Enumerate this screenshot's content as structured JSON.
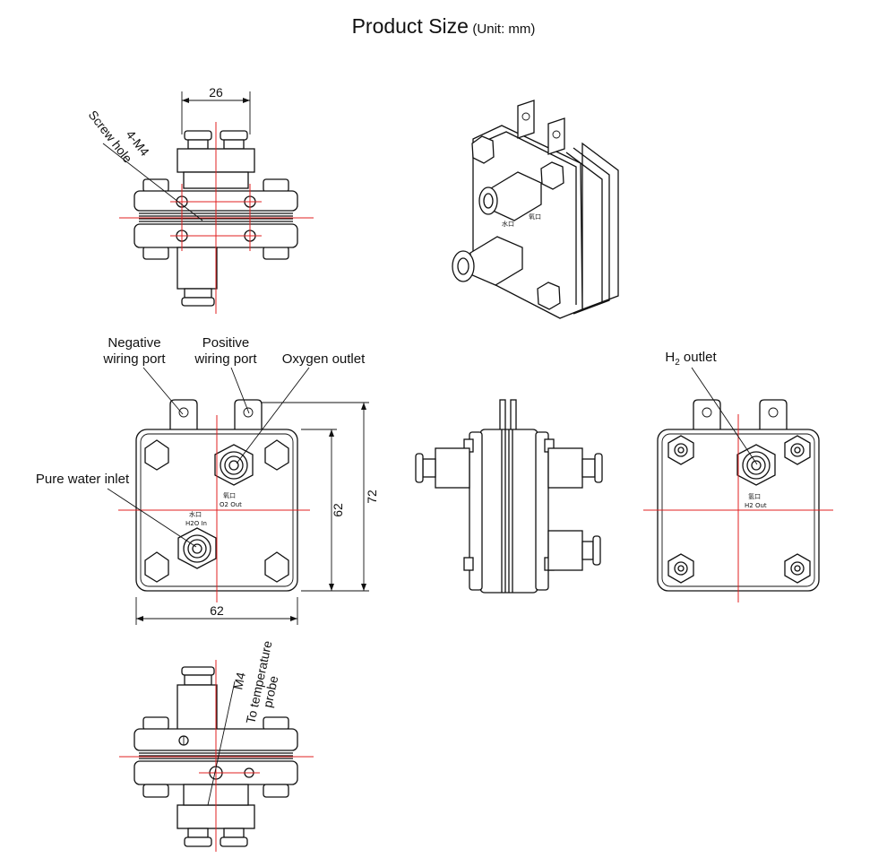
{
  "title": {
    "main": "Product Size",
    "unit": "(Unit: mm)"
  },
  "top_view": {
    "dimension": "26",
    "annotation_1": "4-M4",
    "annotation_2": "Screw hole"
  },
  "front_view": {
    "negative_port": [
      "Negative",
      "wiring port"
    ],
    "positive_port": [
      "Positive",
      "wiring port"
    ],
    "oxygen_outlet": "Oxygen outlet",
    "water_inlet": "Pure water inlet",
    "width": "62",
    "height_inner": "62",
    "height_outer": "72",
    "o2_mark": [
      "氧口",
      "O2 Out"
    ],
    "water_mark": [
      "水口",
      "H2O In"
    ]
  },
  "back_view": {
    "h2_outlet_main": "H",
    "h2_outlet_sub": "2",
    "h2_outlet_rest": " outlet",
    "h2_mark": [
      "氢口",
      "H2 Out"
    ]
  },
  "bottom_view": {
    "annotation_1": "M4",
    "annotation_2": "To temperature",
    "annotation_3": "probe"
  },
  "colors": {
    "line": "#111111",
    "centerline": "#e02020"
  }
}
